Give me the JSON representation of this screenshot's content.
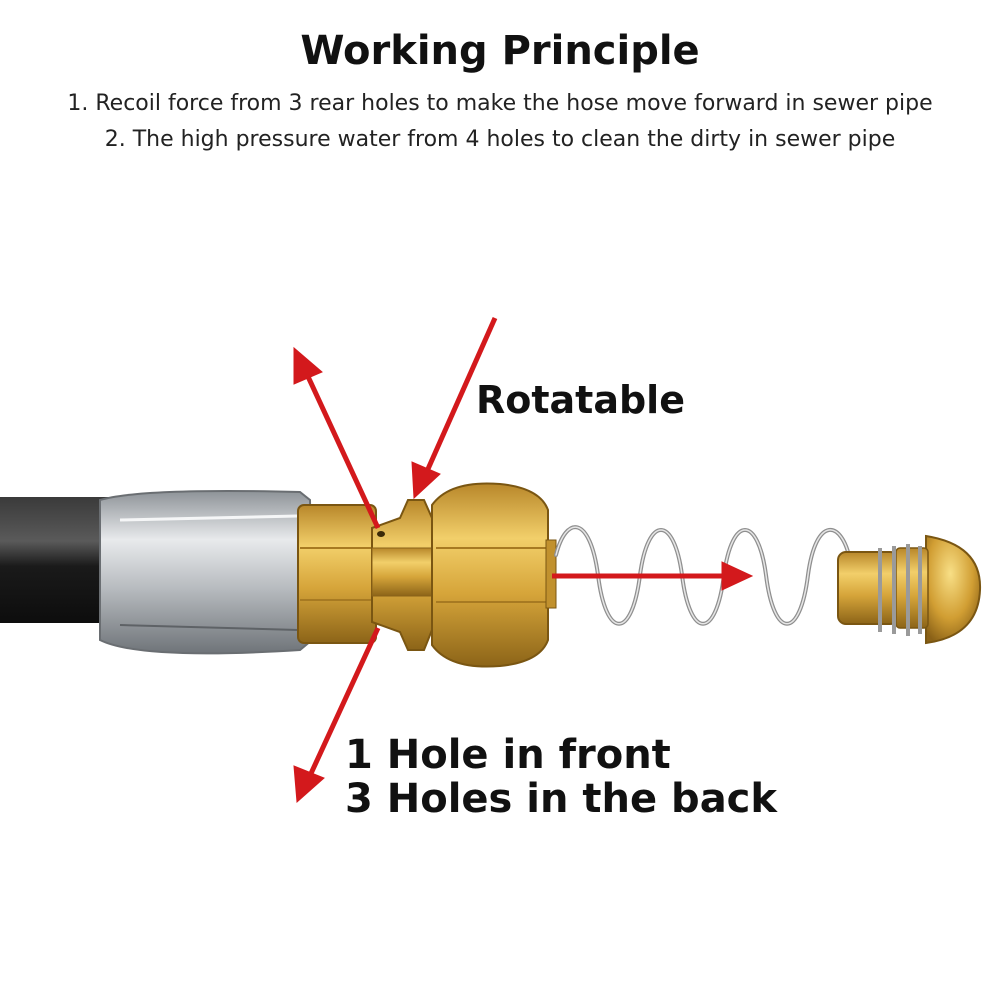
{
  "header": {
    "title": "Working Principle",
    "line1": "1. Recoil force from 3 rear holes to make the hose move forward in sewer pipe",
    "line2": "2. The high pressure water from 4 holes to clean the dirty in sewer pipe"
  },
  "labels": {
    "rotatable": "Rotatable",
    "front_hole": "1 Hole in front",
    "back_holes": "3 Holes in the back"
  },
  "colors": {
    "arrow": "#d3191c",
    "brass": "#d9aa3a",
    "steel": "#c8ccd0",
    "hose": "#1e1e1e",
    "spring": "#9a9a9a"
  }
}
